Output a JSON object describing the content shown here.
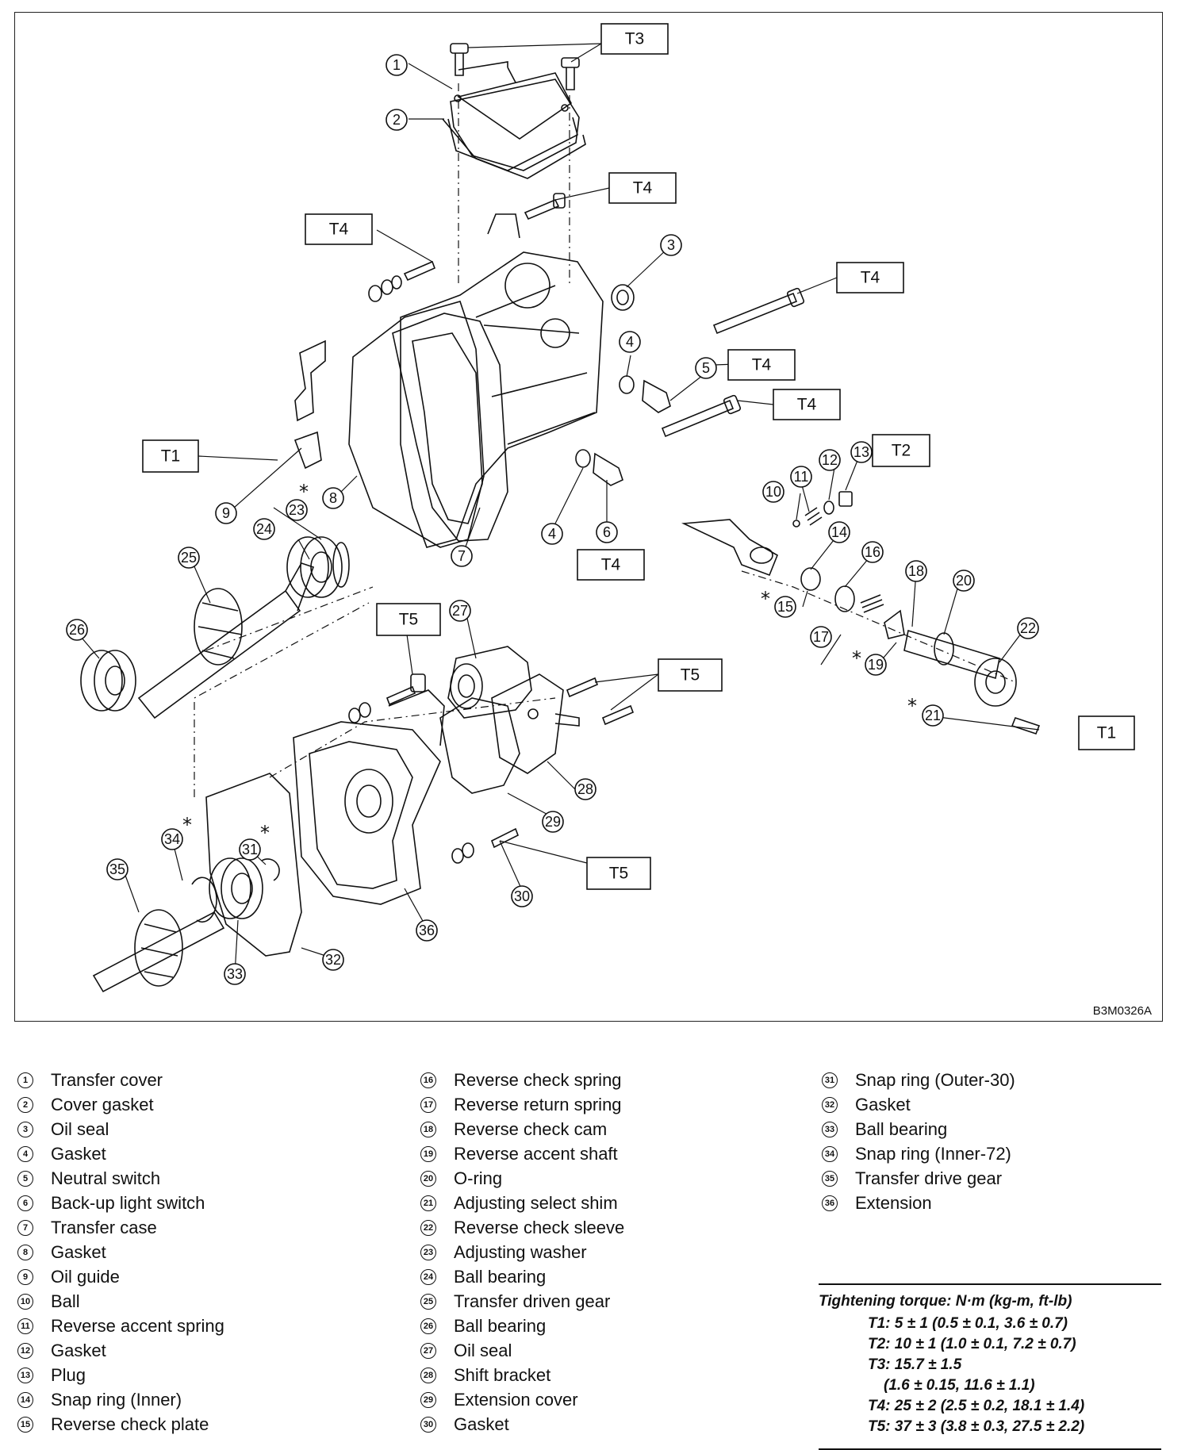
{
  "figure_code": "B3M0326A",
  "torque_labels": {
    "t1": "T1",
    "t2": "T2",
    "t3": "T3",
    "t4": "T4",
    "t5": "T5"
  },
  "callouts": [
    "1",
    "2",
    "3",
    "4",
    "5",
    "6",
    "7",
    "8",
    "9",
    "10",
    "11",
    "12",
    "13",
    "14",
    "15",
    "16",
    "17",
    "18",
    "19",
    "20",
    "21",
    "22",
    "23",
    "24",
    "25",
    "26",
    "27",
    "28",
    "29",
    "30",
    "31",
    "32",
    "33",
    "34",
    "35",
    "36"
  ],
  "star_mark": "*",
  "legend": {
    "col1": [
      {
        "num": "1",
        "label": "Transfer cover"
      },
      {
        "num": "2",
        "label": "Cover gasket"
      },
      {
        "num": "3",
        "label": "Oil seal"
      },
      {
        "num": "4",
        "label": "Gasket"
      },
      {
        "num": "5",
        "label": "Neutral switch"
      },
      {
        "num": "6",
        "label": "Back-up light switch"
      },
      {
        "num": "7",
        "label": "Transfer case"
      },
      {
        "num": "8",
        "label": "Gasket"
      },
      {
        "num": "9",
        "label": "Oil guide"
      },
      {
        "num": "10",
        "label": "Ball"
      },
      {
        "num": "11",
        "label": "Reverse accent spring"
      },
      {
        "num": "12",
        "label": "Gasket"
      },
      {
        "num": "13",
        "label": "Plug"
      },
      {
        "num": "14",
        "label": "Snap ring (Inner)"
      },
      {
        "num": "15",
        "label": "Reverse check plate"
      }
    ],
    "col2": [
      {
        "num": "16",
        "label": "Reverse check spring"
      },
      {
        "num": "17",
        "label": "Reverse return spring"
      },
      {
        "num": "18",
        "label": "Reverse check cam"
      },
      {
        "num": "19",
        "label": "Reverse accent shaft"
      },
      {
        "num": "20",
        "label": "O-ring"
      },
      {
        "num": "21",
        "label": "Adjusting select shim"
      },
      {
        "num": "22",
        "label": "Reverse check sleeve"
      },
      {
        "num": "23",
        "label": "Adjusting washer"
      },
      {
        "num": "24",
        "label": "Ball bearing"
      },
      {
        "num": "25",
        "label": "Transfer driven gear"
      },
      {
        "num": "26",
        "label": "Ball bearing"
      },
      {
        "num": "27",
        "label": "Oil seal"
      },
      {
        "num": "28",
        "label": "Shift bracket"
      },
      {
        "num": "29",
        "label": "Extension cover"
      },
      {
        "num": "30",
        "label": "Gasket"
      }
    ],
    "col3": [
      {
        "num": "31",
        "label": "Snap ring (Outer-30)"
      },
      {
        "num": "32",
        "label": "Gasket"
      },
      {
        "num": "33",
        "label": "Ball bearing"
      },
      {
        "num": "34",
        "label": "Snap ring (Inner-72)"
      },
      {
        "num": "35",
        "label": "Transfer drive gear"
      },
      {
        "num": "36",
        "label": "Extension"
      }
    ]
  },
  "torque_spec": {
    "title": "Tightening torque: N·m (kg-m, ft-lb)",
    "t1": "T1: 5 ± 1 (0.5 ± 0.1, 3.6 ± 0.7)",
    "t2": "T2: 10 ± 1 (1.0 ± 0.1, 7.2 ± 0.7)",
    "t3a": "T3: 15.7 ± 1.5",
    "t3b": "(1.6 ± 0.15, 11.6 ± 1.1)",
    "t4": "T4: 25 ± 2 (2.5 ± 0.2, 18.1 ± 1.4)",
    "t5": "T5: 37 ± 3 (3.8 ± 0.3, 27.5 ± 2.2)"
  }
}
